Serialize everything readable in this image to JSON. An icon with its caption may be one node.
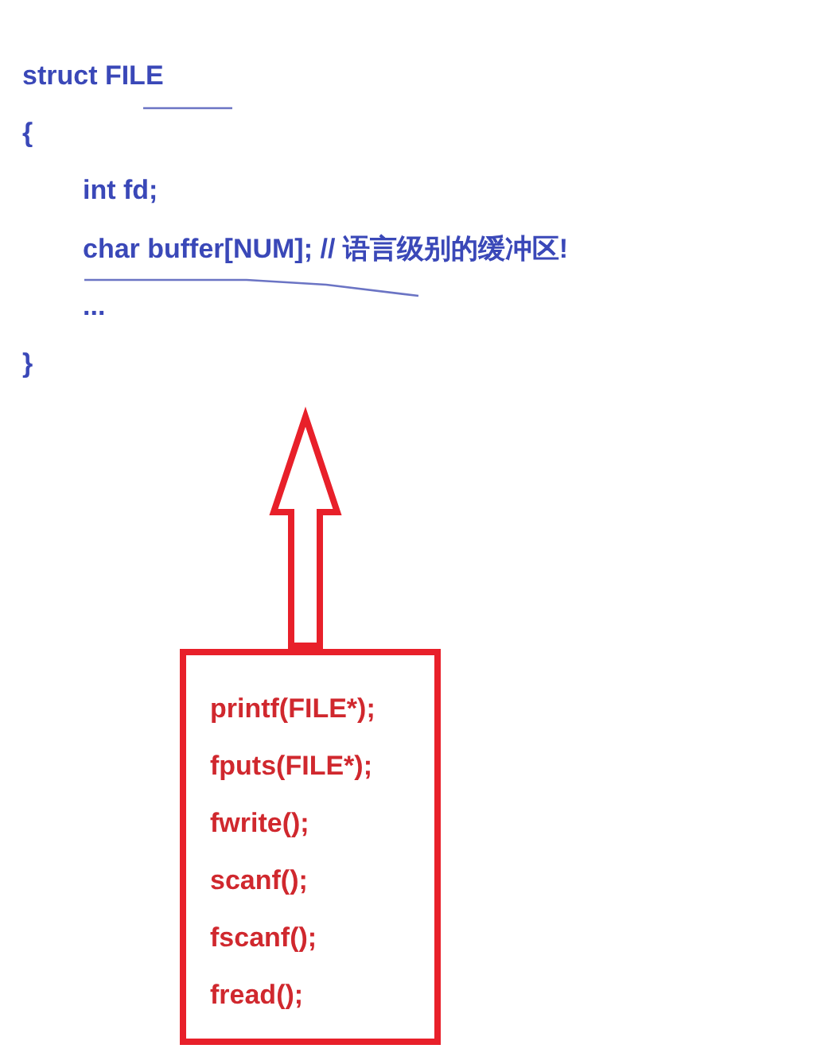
{
  "diagram": {
    "nodes": [
      {
        "text": [
          "struct FILE",
          "{",
          "int fd;",
          "char buffer[NUM]; // 语言级别的缓冲区!",
          "...",
          "}"
        ]
      },
      {
        "text": [
          "printf(FILE*);",
          "fputs(FILE*);",
          "fwrite();",
          "scanf();",
          "fscanf();",
          "fread();"
        ]
      }
    ],
    "edges": [
      {
        "from": 1,
        "to": 0,
        "arrow": "to",
        "color": "#e8202a"
      }
    ]
  }
}
